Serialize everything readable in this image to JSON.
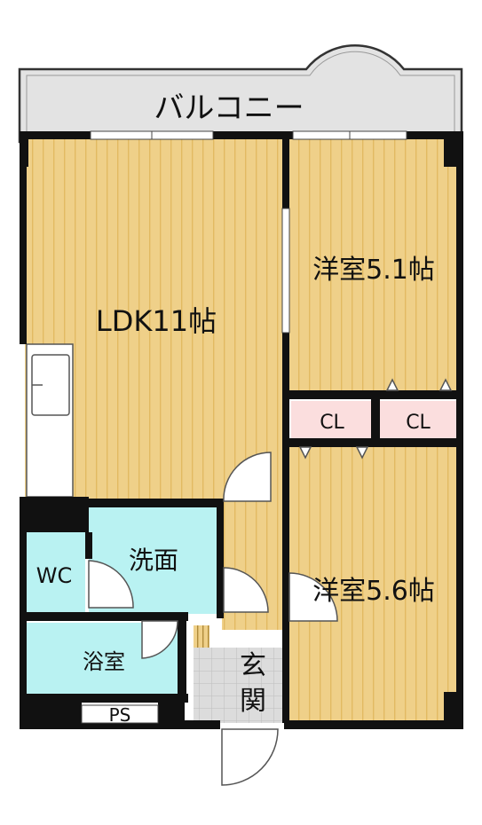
{
  "rooms": {
    "balcony": "バルコニー",
    "ldk": "LDK11帖",
    "western_room_1": "洋室5.1帖",
    "western_room_2": "洋室5.6帖",
    "closet_1": "CL",
    "closet_2": "CL",
    "wc": "WC",
    "washroom": "洗面",
    "bathroom": "浴室",
    "entrance_1": "玄",
    "entrance_2": "関",
    "pipe_space": "PS"
  },
  "colors": {
    "floor_wood": "#efd089",
    "floor_stripe": "#e2ba62",
    "balcony": "#e3e3e3",
    "wet_area": "#b9f2f2",
    "closet": "#fbdede",
    "wall": "#111111",
    "entrance_tile": "#dcdcdc"
  }
}
